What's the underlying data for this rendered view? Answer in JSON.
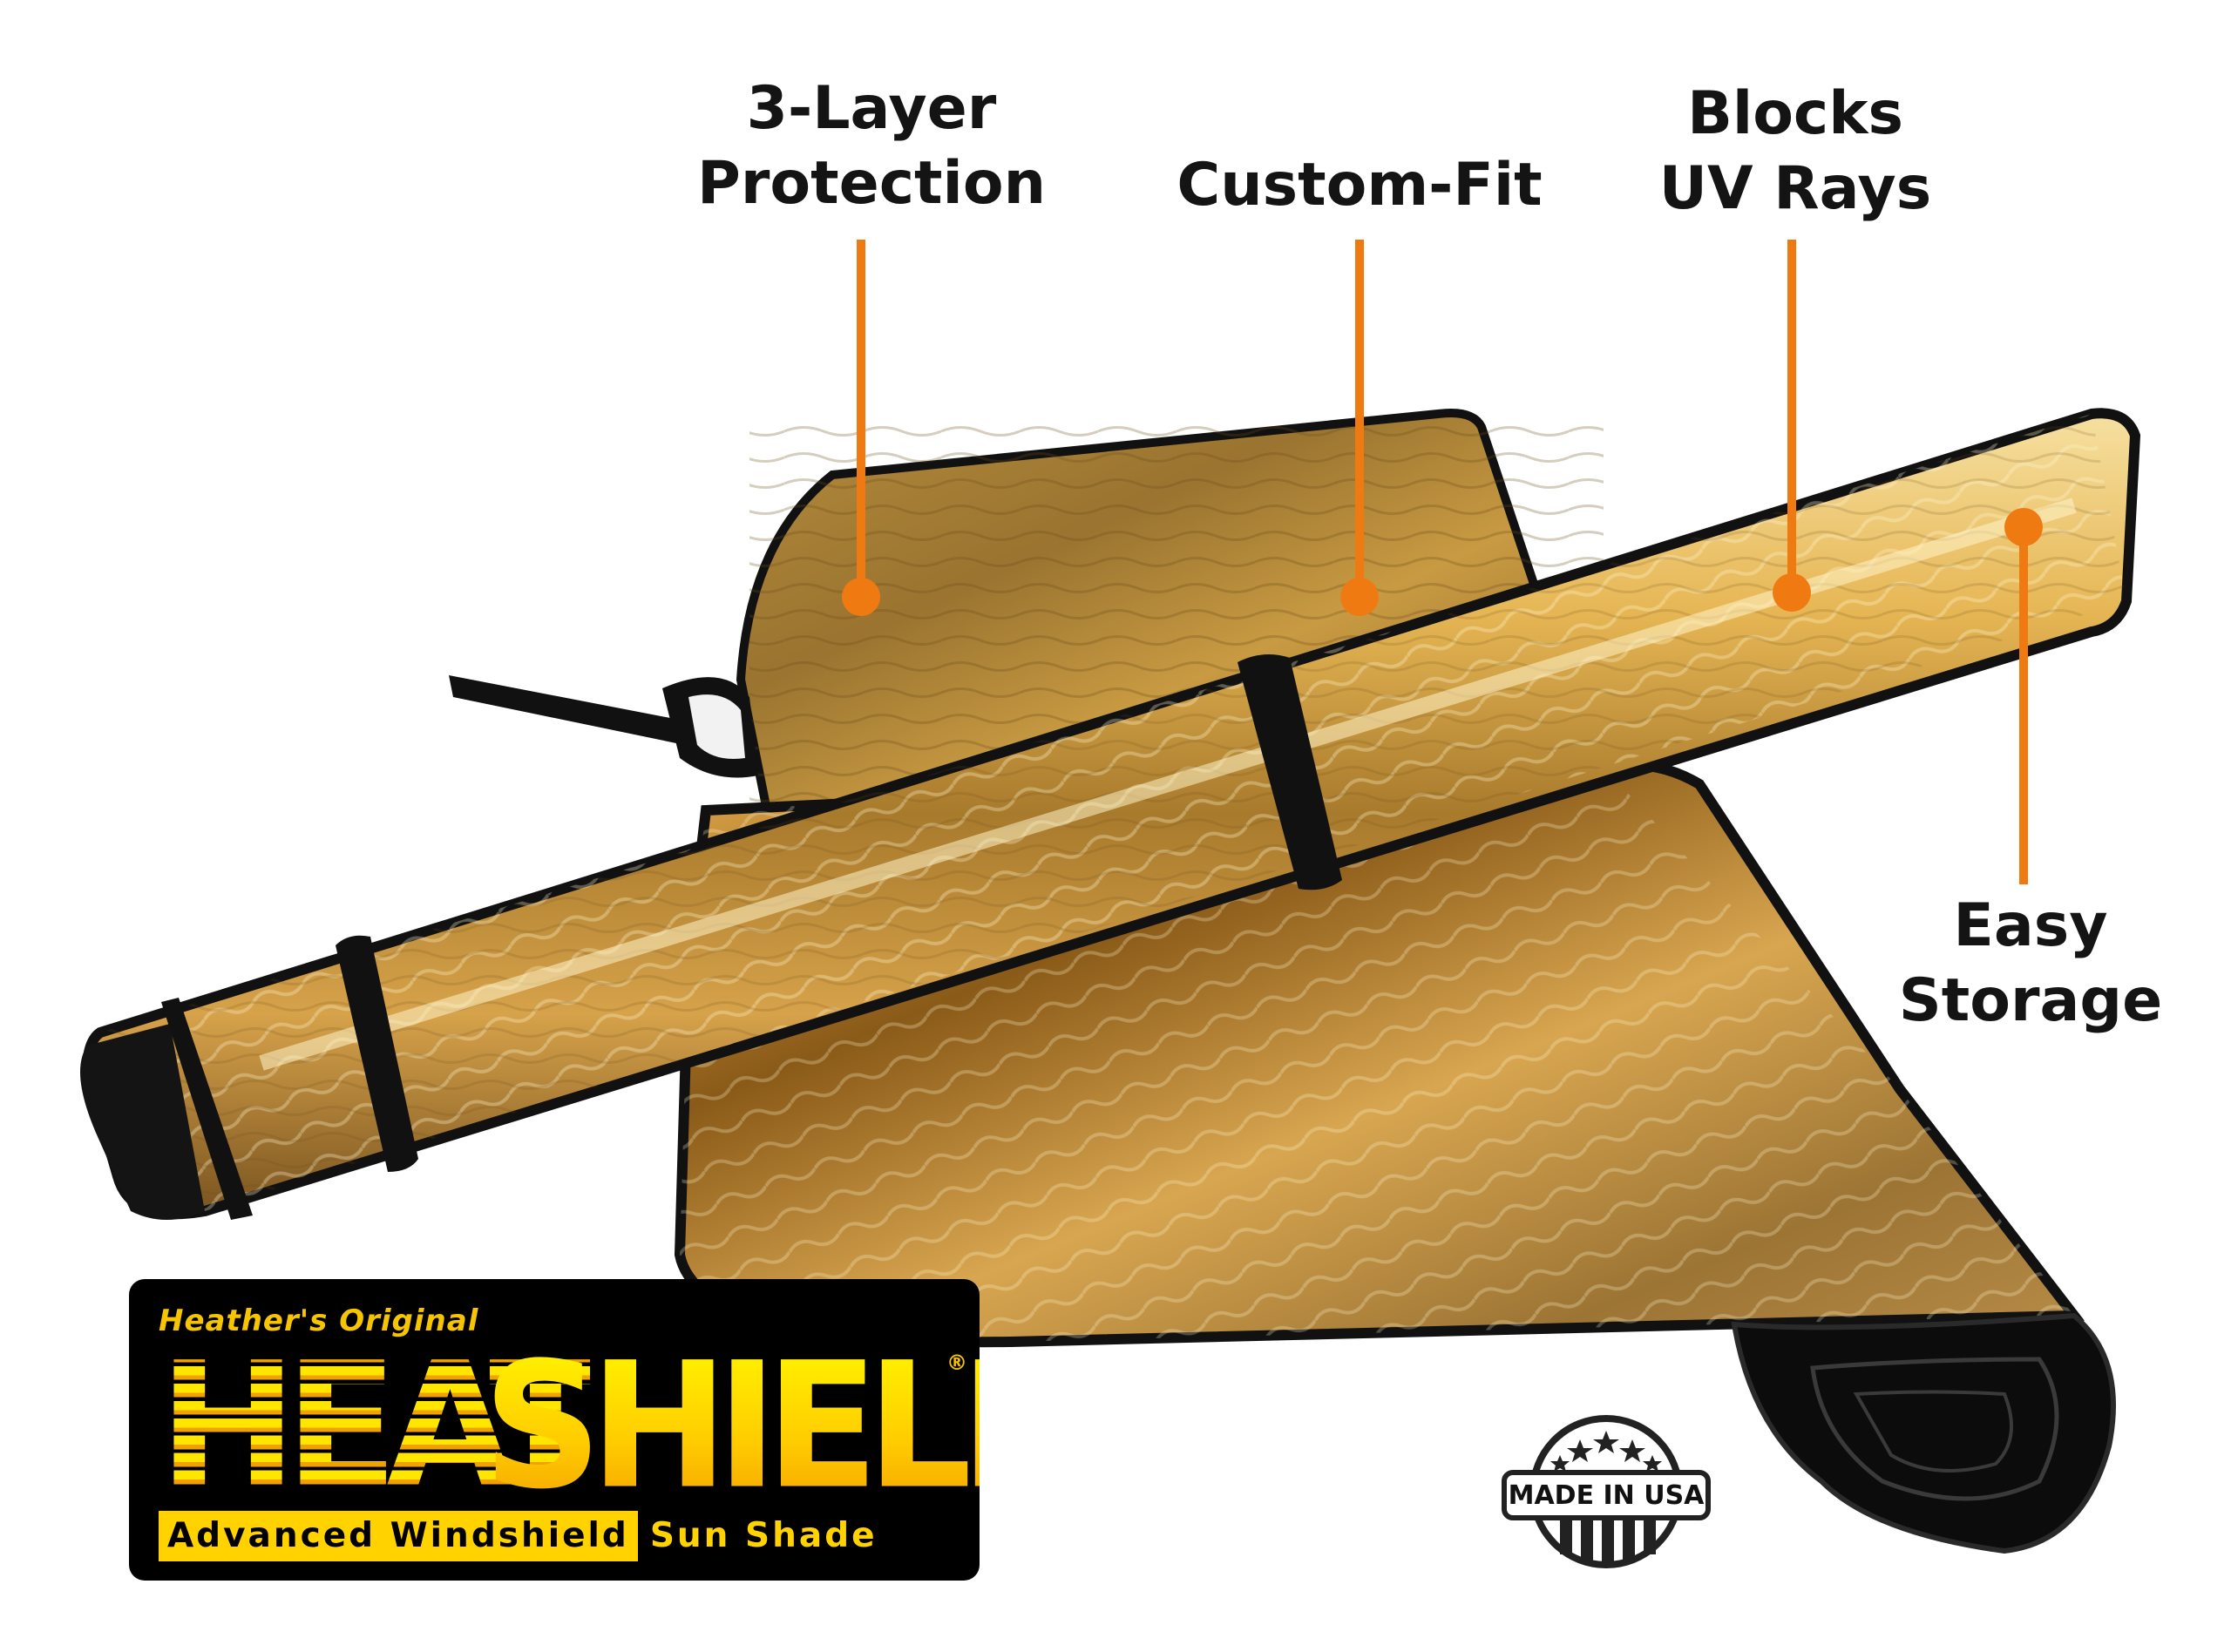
{
  "callouts": {
    "layer": {
      "line1": "3-Layer",
      "line2": "Protection"
    },
    "fit": {
      "line1": "Custom-Fit"
    },
    "uv": {
      "line1": "Blocks",
      "line2": "UV Rays"
    },
    "storage": {
      "line1": "Easy",
      "line2": "Storage"
    }
  },
  "badge": {
    "tagline": "Heather's Original",
    "brand_part1": "HEAT",
    "brand_part2": "SHIELD",
    "registered": "®",
    "subtitle_part1": "Advanced Windshield",
    "subtitle_part2": "Sun Shade"
  },
  "usa_seal": {
    "label": "MADE IN USA"
  },
  "colors": {
    "callout_line": "#f07a12",
    "foil_gold": "#c9962e",
    "brand_yellow": "#ffd200",
    "badge_bg": "#000000"
  },
  "icons": [
    "star-icon",
    "stripes-icon"
  ]
}
